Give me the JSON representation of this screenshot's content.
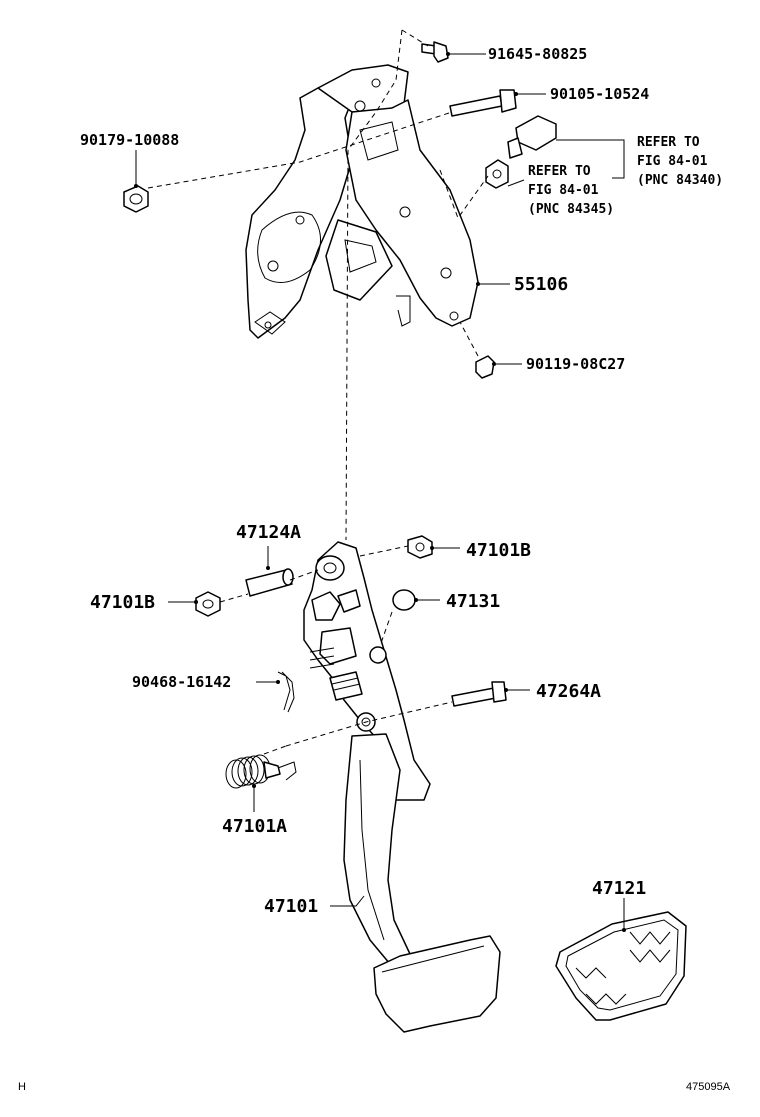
{
  "diagram": {
    "parts": {
      "p91645": "91645-80825",
      "p90105": "90105-10524",
      "p90179": "90179-10088",
      "p55106": "55106",
      "p90119": "90119-08C27",
      "p47124a": "47124A",
      "p47101b_right": "47101B",
      "p47101b_left": "47101B",
      "p47131": "47131",
      "p90468": "90468-16142",
      "p47264a": "47264A",
      "p47101a": "47101A",
      "p47101": "47101",
      "p47121": "47121"
    },
    "refers": {
      "upper": {
        "line1": "REFER TO",
        "line2": "FIG 84-01",
        "line3": "(PNC 84340)"
      },
      "lower": {
        "line1": "REFER TO",
        "line2": "FIG 84-01",
        "line3": "(PNC 84345)"
      }
    },
    "footer": {
      "left_code": "H",
      "drawing_number": "475095A"
    }
  }
}
